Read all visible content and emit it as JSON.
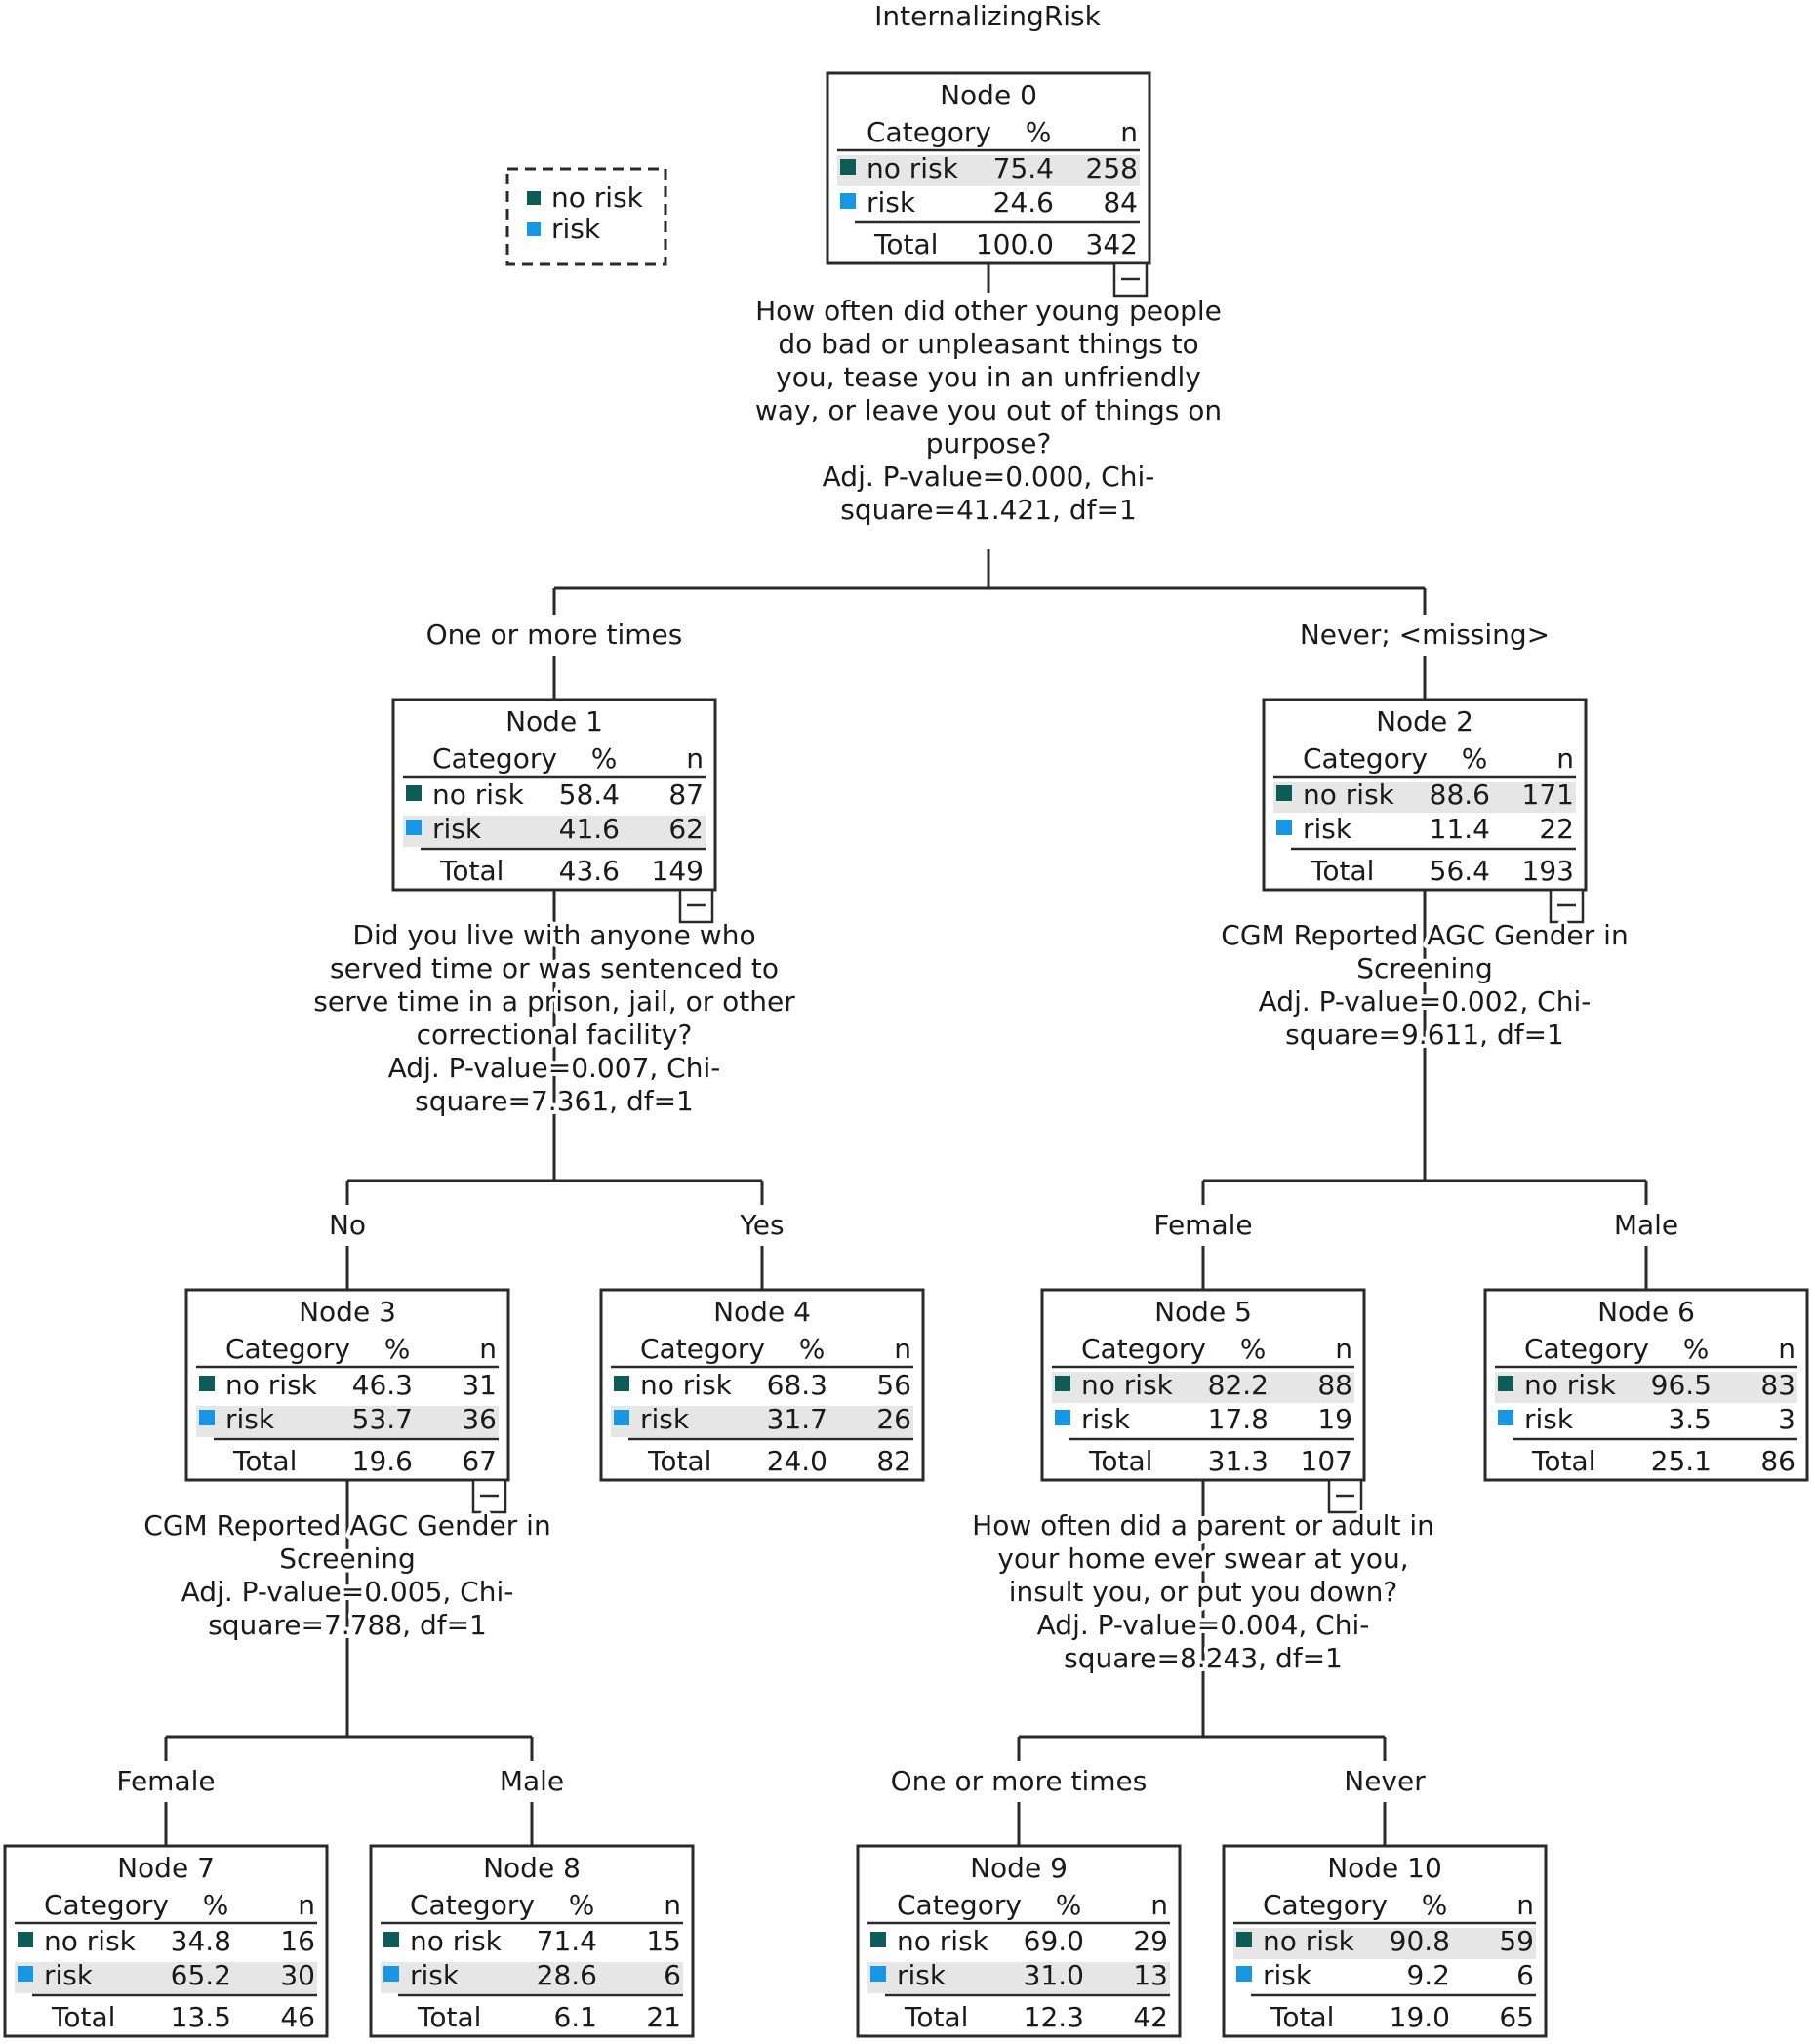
{
  "title": "InternalizingRisk",
  "legend": [
    {
      "label": "no risk",
      "color": "#0e5c57"
    },
    {
      "label": "risk",
      "color": "#1896e6"
    }
  ],
  "table_header": {
    "category": "Category",
    "percent": "%",
    "n": "n"
  },
  "nodes": [
    {
      "id": "Node 0",
      "rows": [
        {
          "label": "no risk",
          "pct": "75.4",
          "n": "258"
        },
        {
          "label": "risk",
          "pct": "24.6",
          "n": "84"
        }
      ],
      "total": {
        "label": "Total",
        "pct": "100.0",
        "n": "342"
      },
      "highlight": 0,
      "collapse_icon": "minus-icon",
      "split": [
        "How often did other young people",
        "do bad or unpleasant things to",
        "you, tease you in an unfriendly",
        "way, or leave you out of things on",
        "purpose?",
        "Adj. P-value=0.000, Chi-",
        "square=41.421, df=1"
      ]
    },
    {
      "id": "Node 1",
      "rows": [
        {
          "label": "no risk",
          "pct": "58.4",
          "n": "87"
        },
        {
          "label": "risk",
          "pct": "41.6",
          "n": "62"
        }
      ],
      "total": {
        "label": "Total",
        "pct": "43.6",
        "n": "149"
      },
      "highlight": 1,
      "collapse_icon": "minus-icon",
      "split": [
        "Did you live with anyone who",
        "served time or was sentenced to",
        "serve time in a prison, jail, or other",
        "correctional facility?",
        "Adj. P-value=0.007, Chi-",
        "square=7.361, df=1"
      ]
    },
    {
      "id": "Node 2",
      "rows": [
        {
          "label": "no risk",
          "pct": "88.6",
          "n": "171"
        },
        {
          "label": "risk",
          "pct": "11.4",
          "n": "22"
        }
      ],
      "total": {
        "label": "Total",
        "pct": "56.4",
        "n": "193"
      },
      "highlight": 0,
      "collapse_icon": "minus-icon",
      "split": [
        "CGM Reported AGC Gender in",
        "Screening",
        "Adj. P-value=0.002, Chi-",
        "square=9.611, df=1"
      ]
    },
    {
      "id": "Node 3",
      "rows": [
        {
          "label": "no risk",
          "pct": "46.3",
          "n": "31"
        },
        {
          "label": "risk",
          "pct": "53.7",
          "n": "36"
        }
      ],
      "total": {
        "label": "Total",
        "pct": "19.6",
        "n": "67"
      },
      "highlight": 1,
      "collapse_icon": "minus-icon",
      "split": [
        "CGM Reported AGC Gender in",
        "Screening",
        "Adj. P-value=0.005, Chi-",
        "square=7.788, df=1"
      ]
    },
    {
      "id": "Node 4",
      "rows": [
        {
          "label": "no risk",
          "pct": "68.3",
          "n": "56"
        },
        {
          "label": "risk",
          "pct": "31.7",
          "n": "26"
        }
      ],
      "total": {
        "label": "Total",
        "pct": "24.0",
        "n": "82"
      },
      "highlight": 1,
      "collapse_icon": null,
      "split": []
    },
    {
      "id": "Node 5",
      "rows": [
        {
          "label": "no risk",
          "pct": "82.2",
          "n": "88"
        },
        {
          "label": "risk",
          "pct": "17.8",
          "n": "19"
        }
      ],
      "total": {
        "label": "Total",
        "pct": "31.3",
        "n": "107"
      },
      "highlight": 0,
      "collapse_icon": "minus-icon",
      "split": [
        "How often did a parent or adult in",
        "your home ever swear at you,",
        "insult you, or put you down?",
        "Adj. P-value=0.004, Chi-",
        "square=8.243, df=1"
      ]
    },
    {
      "id": "Node 6",
      "rows": [
        {
          "label": "no risk",
          "pct": "96.5",
          "n": "83"
        },
        {
          "label": "risk",
          "pct": "3.5",
          "n": "3"
        }
      ],
      "total": {
        "label": "Total",
        "pct": "25.1",
        "n": "86"
      },
      "highlight": 0,
      "collapse_icon": null,
      "split": []
    },
    {
      "id": "Node 7",
      "rows": [
        {
          "label": "no risk",
          "pct": "34.8",
          "n": "16"
        },
        {
          "label": "risk",
          "pct": "65.2",
          "n": "30"
        }
      ],
      "total": {
        "label": "Total",
        "pct": "13.5",
        "n": "46"
      },
      "highlight": 1,
      "collapse_icon": null,
      "split": []
    },
    {
      "id": "Node 8",
      "rows": [
        {
          "label": "no risk",
          "pct": "71.4",
          "n": "15"
        },
        {
          "label": "risk",
          "pct": "28.6",
          "n": "6"
        }
      ],
      "total": {
        "label": "Total",
        "pct": "6.1",
        "n": "21"
      },
      "highlight": 1,
      "collapse_icon": null,
      "split": []
    },
    {
      "id": "Node 9",
      "rows": [
        {
          "label": "no risk",
          "pct": "69.0",
          "n": "29"
        },
        {
          "label": "risk",
          "pct": "31.0",
          "n": "13"
        }
      ],
      "total": {
        "label": "Total",
        "pct": "12.3",
        "n": "42"
      },
      "highlight": 1,
      "collapse_icon": null,
      "split": []
    },
    {
      "id": "Node 10",
      "rows": [
        {
          "label": "no risk",
          "pct": "90.8",
          "n": "59"
        },
        {
          "label": "risk",
          "pct": "9.2",
          "n": "6"
        }
      ],
      "total": {
        "label": "Total",
        "pct": "19.0",
        "n": "65"
      },
      "highlight": 0,
      "collapse_icon": null,
      "split": []
    }
  ],
  "edges": [
    {
      "from": "Node 0",
      "to": "Node 1",
      "label": "One or more times"
    },
    {
      "from": "Node 0",
      "to": "Node 2",
      "label": "Never;  <missing>"
    },
    {
      "from": "Node 1",
      "to": "Node 3",
      "label": "No"
    },
    {
      "from": "Node 1",
      "to": "Node 4",
      "label": "Yes"
    },
    {
      "from": "Node 2",
      "to": "Node 5",
      "label": "Female"
    },
    {
      "from": "Node 2",
      "to": "Node 6",
      "label": "Male"
    },
    {
      "from": "Node 3",
      "to": "Node 7",
      "label": "Female"
    },
    {
      "from": "Node 3",
      "to": "Node 8",
      "label": "Male"
    },
    {
      "from": "Node 5",
      "to": "Node 9",
      "label": "One or more times"
    },
    {
      "from": "Node 5",
      "to": "Node 10",
      "label": "Never"
    }
  ]
}
